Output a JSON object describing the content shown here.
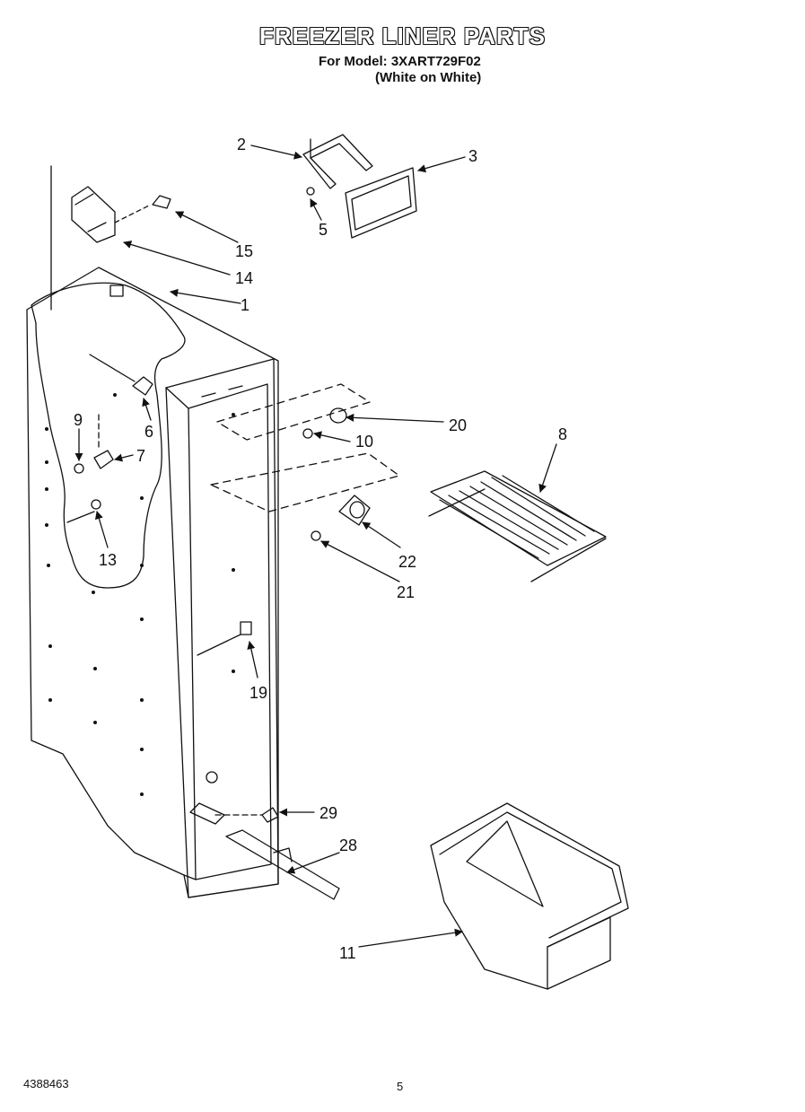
{
  "header": {
    "title": "FREEZER LINER PARTS",
    "model_line": "For Model: 3XART729F02",
    "color_line": "(White on White)"
  },
  "callouts": [
    "1",
    "2",
    "3",
    "5",
    "6",
    "7",
    "8",
    "9",
    "10",
    "11",
    "13",
    "14",
    "15",
    "19",
    "20",
    "21",
    "22",
    "28",
    "29"
  ],
  "footer": {
    "doc_number": "4388463",
    "page_number": "5"
  }
}
